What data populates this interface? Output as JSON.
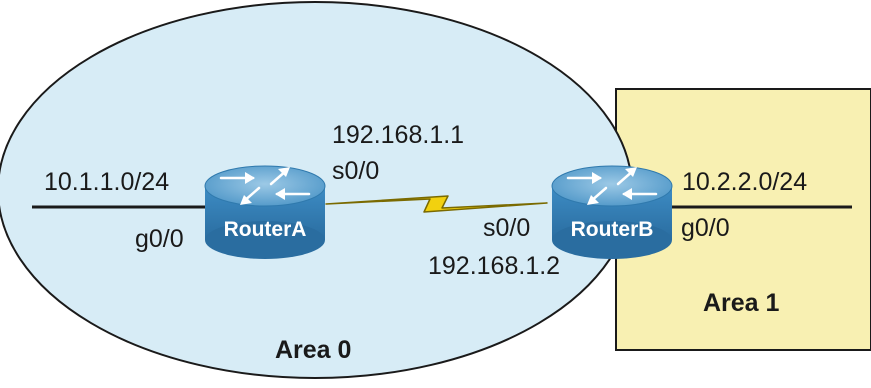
{
  "areas": [
    {
      "label": "Area 0",
      "color": "#d7ecf6"
    },
    {
      "label": "Area 1",
      "color": "#f8f0b2"
    }
  ],
  "routers": [
    {
      "label": "RouterA",
      "icon": "router-icon",
      "color": "#3b8ec6"
    },
    {
      "label": "RouterB",
      "icon": "router-icon",
      "color": "#3b8ec6"
    }
  ],
  "networks": {
    "left": "10.1.1.0/24",
    "right": "10.2.2.0/24"
  },
  "interfaces": {
    "routerA_lan": "g0/0",
    "routerA_serial": "s0/0",
    "routerA_ip": "192.168.1.1",
    "routerB_serial": "s0/0",
    "routerB_ip": "192.168.1.2",
    "routerB_lan": "g0/0"
  },
  "link": {
    "type": "serial",
    "color": "#f2d10f"
  }
}
